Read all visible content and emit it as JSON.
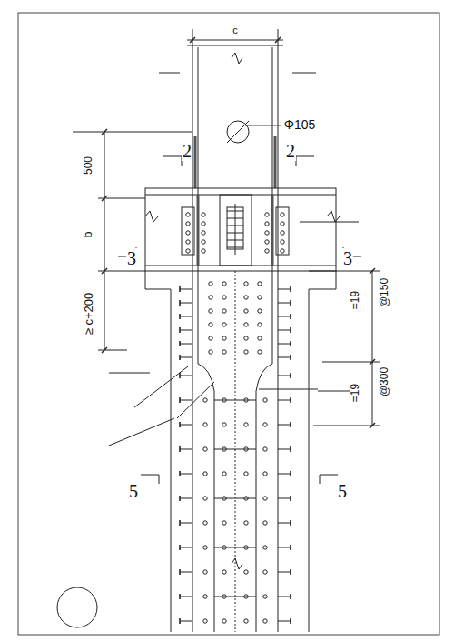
{
  "diagram": {
    "labels": [
      "c",
      "Φ105",
      "500",
      "2",
      "2",
      "b",
      "3",
      "3",
      "≥ c+200",
      "=19",
      "@150",
      "=19",
      "@300",
      "5",
      "5"
    ]
  }
}
